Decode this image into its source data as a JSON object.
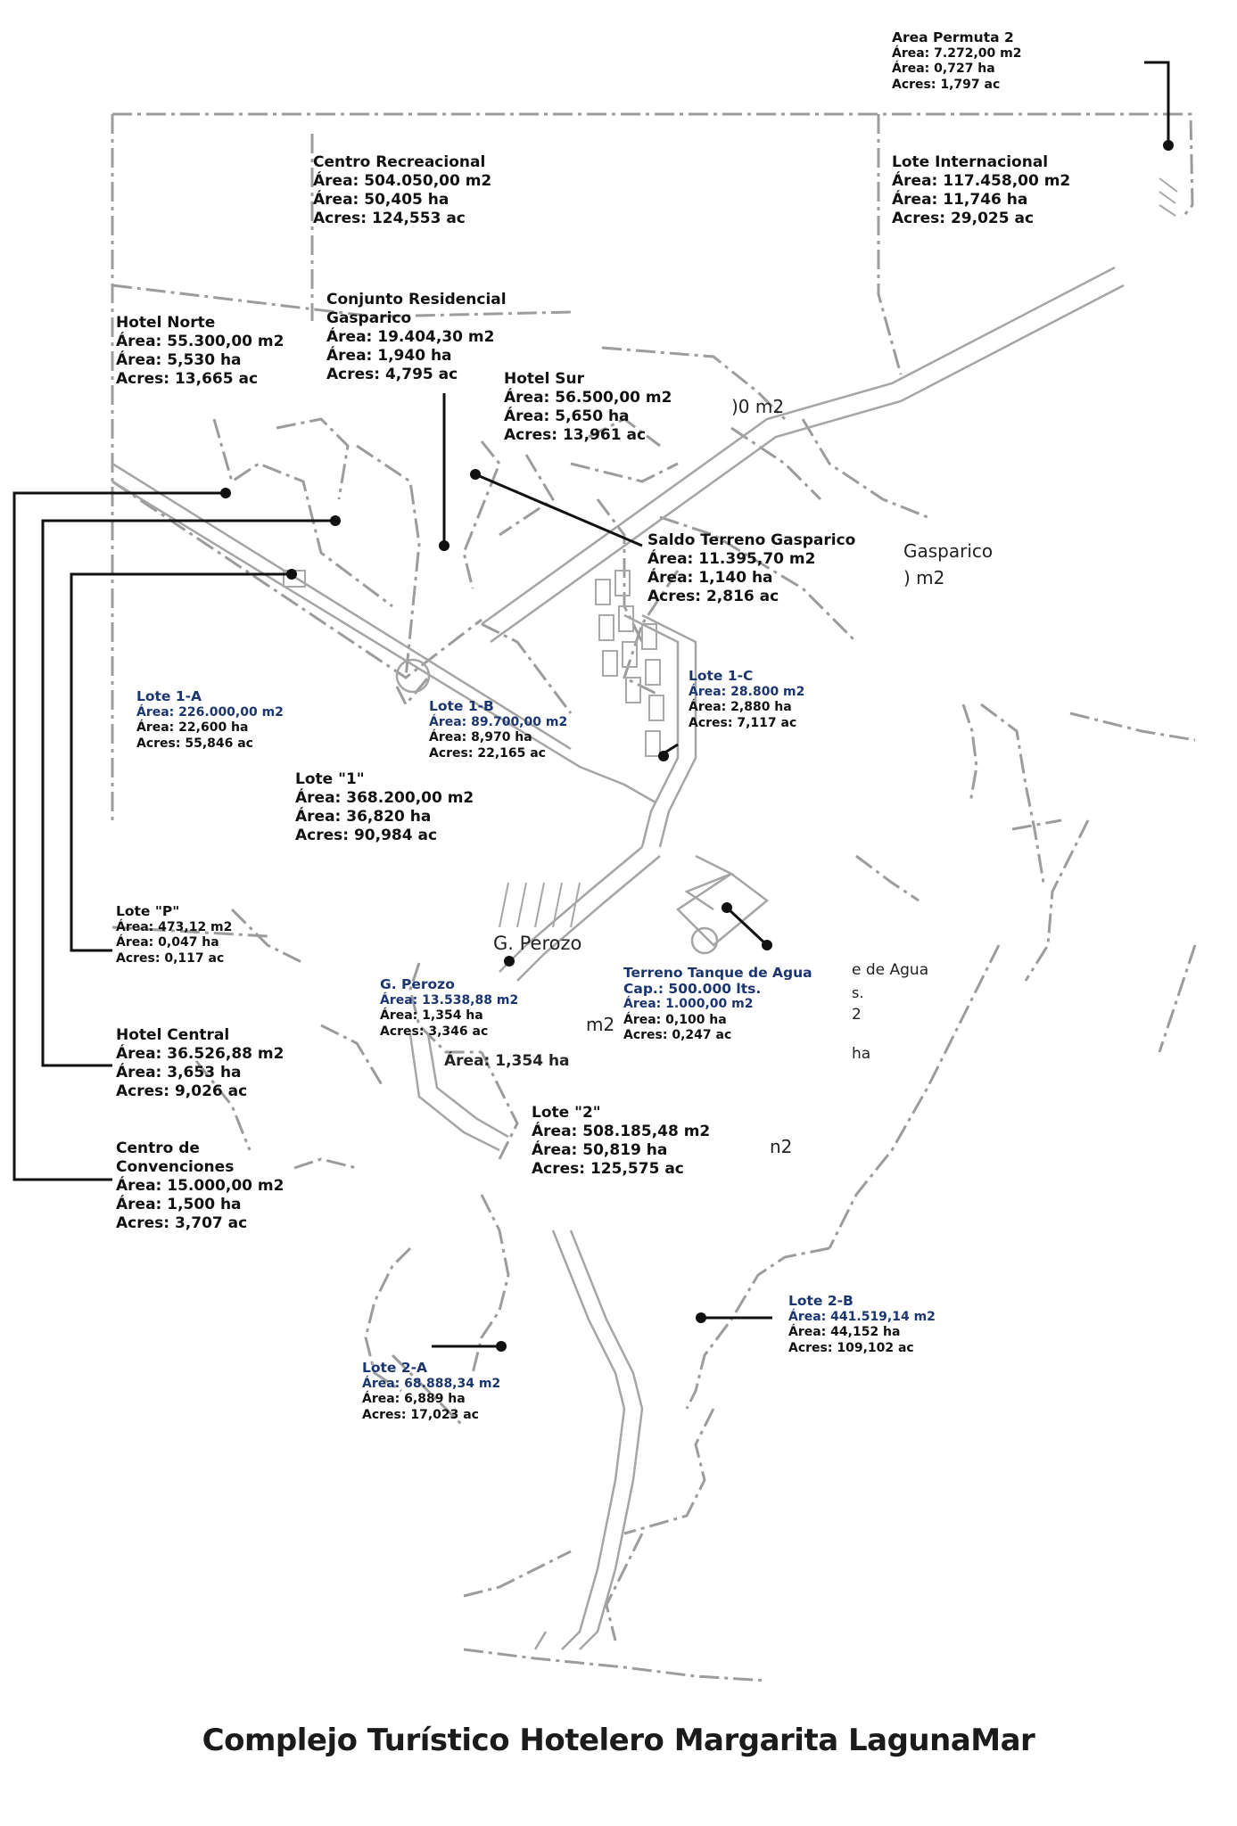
{
  "title": "Complejo Turístico Hotelero  Margarita LagunaMar",
  "colors": {
    "blue_label": "#1a3570",
    "line": "#999999",
    "leader": "#111111"
  },
  "labels": {
    "area_permuta_2": {
      "name": "Area Permuta 2",
      "m2": "Área: 7.272,00 m2",
      "ha": "Área: 0,727 ha",
      "ac": "Acres: 1,797 ac"
    },
    "centro_recreacional": {
      "name": "Centro Recreacional",
      "m2": "Área: 504.050,00 m2",
      "ha": "Área: 50,405 ha",
      "ac": "Acres: 124,553 ac"
    },
    "lote_internacional": {
      "name": "Lote Internacional",
      "m2": "Área: 117.458,00 m2",
      "ha": "Área: 11,746 ha",
      "ac": "Acres: 29,025 ac"
    },
    "hotel_norte": {
      "name": "Hotel Norte",
      "m2": "Área: 55.300,00 m2",
      "ha": "Área: 5,530 ha",
      "ac": "Acres: 13,665 ac"
    },
    "conjunto_residencial": {
      "name1": "Conjunto Residencial",
      "name2": "Gasparico",
      "m2": "Área: 19.404,30 m2",
      "ha": "Área: 1,940 ha",
      "ac": "Acres: 4,795 ac"
    },
    "hotel_sur": {
      "name": "Hotel Sur",
      "m2": "Área: 56.500,00 m2",
      "ha": "Área: 5,650 ha",
      "ac": "Acres: 13,961 ac"
    },
    "saldo_terreno": {
      "name": "Saldo Terreno Gasparico",
      "m2": "Área: 11.395,70 m2",
      "ha": "Área: 1,140 ha",
      "ac": "Acres: 2,816 ac"
    },
    "lote_1c": {
      "name": "Lote 1-C",
      "m2": "Área: 28.800 m2",
      "ha": "Área: 2,880 ha",
      "ac": "Acres: 7,117 ac"
    },
    "lote_1a": {
      "name": "Lote 1-A",
      "m2": "Área: 226.000,00 m2",
      "ha": "Área: 22,600 ha",
      "ac": "Acres: 55,846 ac"
    },
    "lote_1b": {
      "name": "Lote 1-B",
      "m2": "Área: 89.700,00 m2",
      "ha": "Área: 8,970 ha",
      "ac": "Acres: 22,165 ac"
    },
    "lote_1": {
      "name": "Lote \"1\"",
      "m2": "Área: 368.200,00 m2",
      "ha": "Área: 36,820 ha",
      "ac": "Acres: 90,984 ac"
    },
    "lote_p": {
      "name": "Lote \"P\"",
      "m2": "Área: 473,12 m2",
      "ha": "Área: 0,047 ha",
      "ac": "Acres: 0,117 ac"
    },
    "g_perozo": {
      "name": "G. Perozo",
      "m2": "Área: 13.538,88 m2",
      "ha": "Área: 1,354 ha",
      "ac": "Acres: 3,346 ac"
    },
    "tanque_agua": {
      "name": "Terreno Tanque de Agua",
      "cap": "Cap.: 500.000 lts.",
      "m2": "Área: 1.000,00 m2",
      "ha": "Área: 0,100 ha",
      "ac": "Acres: 0,247 ac"
    },
    "hotel_central": {
      "name": "Hotel Central",
      "m2": "Área: 36.526,88 m2",
      "ha": "Área: 3,653 ha",
      "ac": "Acres: 9,026 ac"
    },
    "centro_convenciones": {
      "name1": "Centro de",
      "name2": "Convenciones",
      "m2": "Área: 15.000,00 m2",
      "ha": "Área: 1,500 ha",
      "ac": "Acres: 3,707 ac"
    },
    "lote_2": {
      "name": "Lote \"2\"",
      "m2": "Área: 508.185,48 m2",
      "ha": "Área: 50,819 ha",
      "ac": "Acres: 125,575 ac"
    },
    "lote_2b": {
      "name": "Lote 2-B",
      "m2": "Área: 441.519,14 m2",
      "ha": "Área: 44,152 ha",
      "ac": "Acres: 109,102 ac"
    },
    "lote_2a": {
      "name": "Lote 2-A",
      "m2": "Área: 68.888,34 m2",
      "ha": "Área: 6,889 ha",
      "ac": "Acres: 17,023 ac"
    }
  },
  "base_map_text": {
    "g_perozo_road": "G. Perozo",
    "frag_m2_a": ")0 m2",
    "frag_gasparico": "Gasparico",
    "frag_m2_b": ") m2",
    "frag_de_agua": "e de Agua",
    "frag_dot": "s.",
    "frag_two": "2",
    "frag_ha": "ha",
    "frag_m2_c": "m2",
    "frag_area_ha": "Área: 1,354 ha",
    "frag_n2": "n2"
  }
}
